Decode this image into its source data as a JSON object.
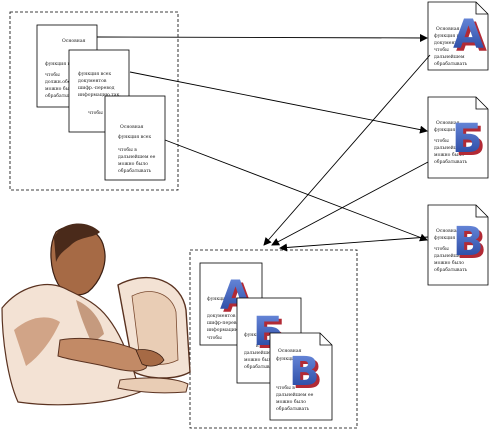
{
  "source_page_lines": [
    "Основная",
    "функция   всех",
    "чтобы",
    "должн.обесп.",
    "можно   было",
    "обрабатывать"
  ],
  "page_two_lines": [
    "функция   всех",
    "документов",
    "шифр.-перевод",
    "информацию  так,",
    "чтобы"
  ],
  "page_three_lines": [
    "Основная",
    "функция   всех",
    "чтобы          в",
    "дальнейшем    ее",
    "можно    было",
    "обрабатывать"
  ],
  "target_pages": [
    {
      "id": "a",
      "letter": "А",
      "lines": [
        "Основная",
        "функция  всех",
        "документов",
        "чтобы",
        "дальнейшем",
        "можно   было",
        "обрабатывать"
      ]
    },
    {
      "id": "b",
      "letter": "Б",
      "lines": [
        "Основная",
        "функция  всех",
        "чтобы",
        "дальнейшем",
        "можно   было",
        "обрабатывать"
      ]
    },
    {
      "id": "v",
      "letter": "В",
      "lines": [
        "Основная",
        "функция  всех",
        "чтобы",
        "дальнейшем",
        "можно   было",
        "обрабатывать"
      ]
    }
  ],
  "assembled_pages": [
    {
      "letter": "А",
      "lines": [
        "функция   всех",
        "документов",
        "шифр-перевод",
        "информацию  так,",
        "чтобы"
      ]
    },
    {
      "letter": "Б",
      "lines": [
        "функция   всех",
        "в",
        "дальнейшем",
        "можно   было",
        "обрабатывать"
      ]
    },
    {
      "letter": "В",
      "lines": [
        "Основная",
        "функция  всех",
        "чтобы        в",
        "дальнейшем   ее",
        "можно    было",
        "обрабатывать"
      ]
    }
  ],
  "colors": {
    "letter_fill": "#2f56b8",
    "letter_shadow": "#b22a35",
    "arrow": "#000000",
    "box_border": "#000000",
    "skin": "#a66a45",
    "shirt": "#f3e2d4"
  }
}
